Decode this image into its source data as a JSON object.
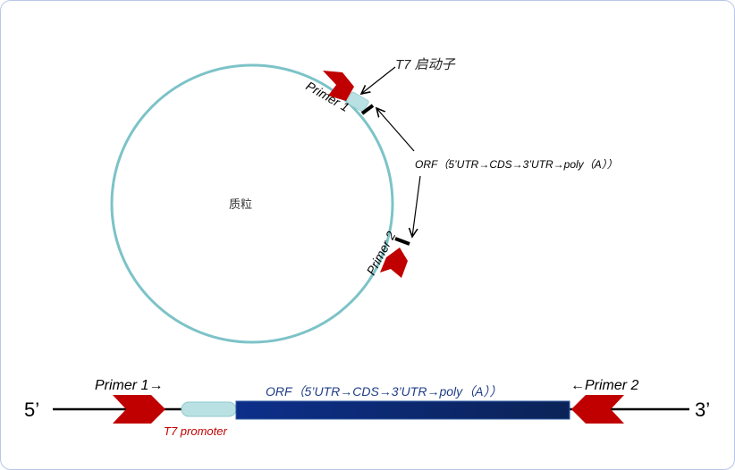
{
  "plasmid": {
    "center_label": "质粒",
    "t7_label": "T7 启动子",
    "orf_label": "ORF（5’UTR→CDS→3’UTR→poly（A））",
    "primer1": "Primer 1",
    "primer2": "Primer 2"
  },
  "linear": {
    "five_prime": "5’",
    "three_prime": "3’",
    "primer1": "Primer 1→",
    "primer2": "←Primer 2",
    "t7_label": "T7 promoter",
    "orf_label": "ORF（5’UTR→CDS→3’UTR→poly（A））"
  },
  "colors": {
    "primer": "#c00000",
    "plasmid": "#7cc3c8",
    "t7": "#b9e1e3",
    "orf": "#0a2a7a"
  }
}
